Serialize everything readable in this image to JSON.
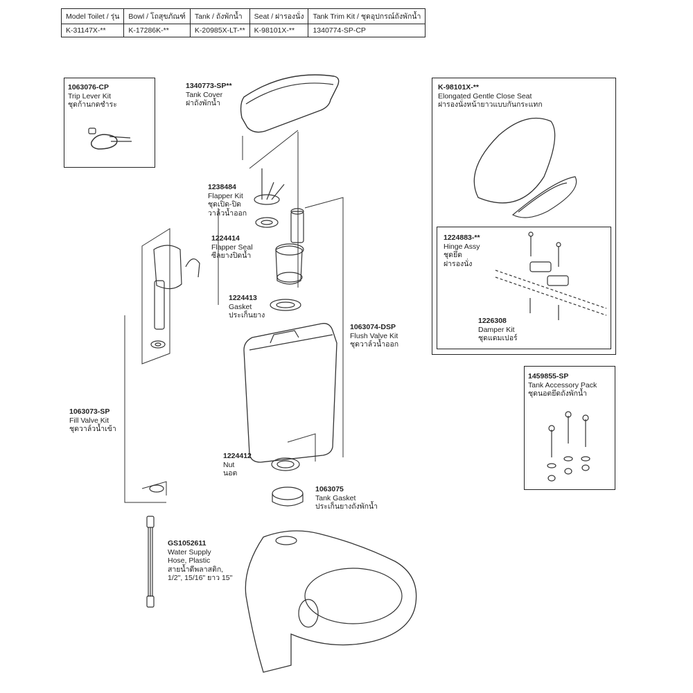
{
  "table": {
    "headers": [
      "Model Toilet / รุ่น",
      "Bowl / โถสุขภัณฑ์",
      "Tank / ถังพักน้ำ",
      "Seat / ฝารองนั่ง",
      "Tank Trim Kit / ชุดอุปกรณ์ถังพักน้ำ"
    ],
    "row": [
      "K-31147X-**",
      "K-17286K-**",
      "K-20985X-LT-**",
      "K-98101X-**",
      "1340774-SP-CP"
    ]
  },
  "parts": {
    "trip_lever": {
      "code": "1063076-CP",
      "name": "Trip Lever Kit",
      "thai": "ชุดก้านกดชำระ"
    },
    "tank_cover": {
      "code": "1340773-SP**",
      "name": "Tank Cover",
      "thai": "ฝาถังพักน้ำ"
    },
    "flapper_kit": {
      "code": "1238484",
      "name": "Flapper Kit",
      "thai": "ชุดเปิด-ปิด",
      "thai2": "วาล์วน้ำออก"
    },
    "flapper_seal": {
      "code": "1224414",
      "name": "Flapper Seal",
      "thai": "ซีลยางปิดน้ำ"
    },
    "gasket": {
      "code": "1224413",
      "name": "Gasket",
      "thai": "ประเก็นยาง"
    },
    "flush_valve": {
      "code": "1063074-DSP",
      "name": "Flush Valve Kit",
      "thai": "ชุดวาล์วน้ำออก"
    },
    "fill_valve": {
      "code": "1063073-SP",
      "name": "Fill Valve Kit",
      "thai": "ชุดวาล์วน้ำเข้า"
    },
    "nut": {
      "code": "1224412",
      "name": "Nut",
      "thai": "นอต"
    },
    "tank_gasket": {
      "code": "1063075",
      "name": "Tank Gasket",
      "thai": "ประเก็นยางถังพักน้ำ"
    },
    "water_hose": {
      "code": "GS1052611",
      "name": "Water Supply",
      "name2": "Hose, Plastic",
      "thai": "สายน้ำดีพลาสติก,",
      "thai2": "1/2\", 15/16\" ยาว 15\""
    },
    "seat": {
      "code": "K-98101X-**",
      "name": "Elongated Gentle Close Seat",
      "thai": "ฝารองนั่งหน้ายาวแบบกันกระแทก"
    },
    "hinge": {
      "code": "1224883-**",
      "name": "Hinge Assy",
      "thai": "ชุดยึด",
      "thai2": "ฝารองนั่ง"
    },
    "damper": {
      "code": "1226308",
      "name": "Damper Kit",
      "thai": "ชุดแดมเปอร์"
    },
    "accessory": {
      "code": "1459855-SP",
      "name": "Tank Accessory Pack",
      "thai": "ชุดนอตยึดถังพักน้ำ"
    }
  }
}
